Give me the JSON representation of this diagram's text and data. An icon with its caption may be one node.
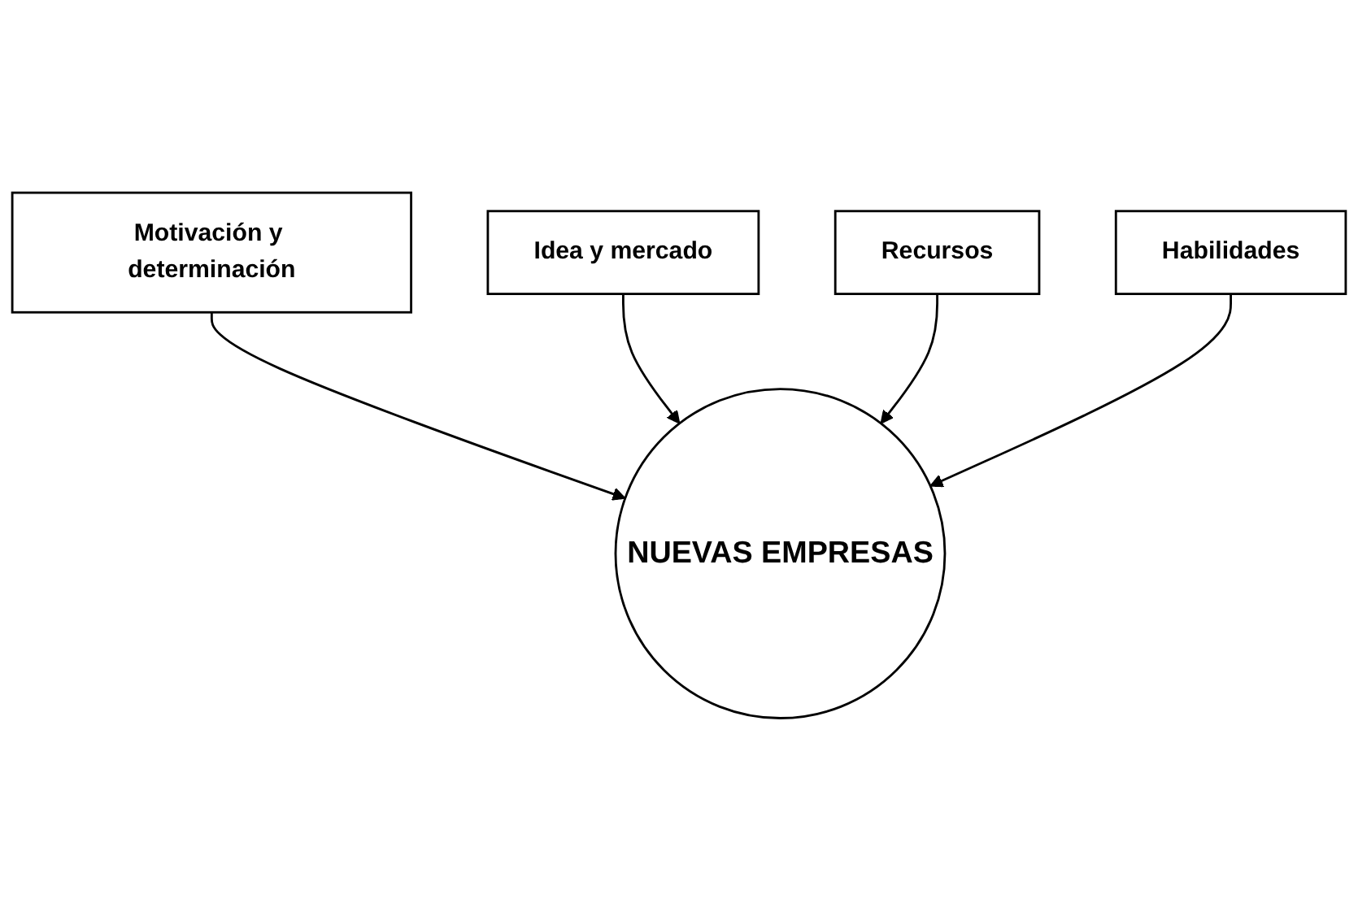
{
  "diagram": {
    "nodes": [
      {
        "text": [
          "Motivación y determinación"
        ]
      },
      {
        "text": [
          "Idea y mercado"
        ]
      },
      {
        "text": [
          "NUEVAS EMPRESAS"
        ]
      },
      {
        "text": [
          "Recursos"
        ]
      },
      {
        "text": [
          "Habilidades"
        ]
      }
    ],
    "edges": [
      {
        "from": 0,
        "to": 2,
        "arrow": "to"
      },
      {
        "from": 1,
        "to": 2,
        "arrow": "to"
      },
      {
        "from": 3,
        "to": 2,
        "arrow": "to"
      },
      {
        "from": 4,
        "to": 2,
        "arrow": "to"
      }
    ]
  }
}
